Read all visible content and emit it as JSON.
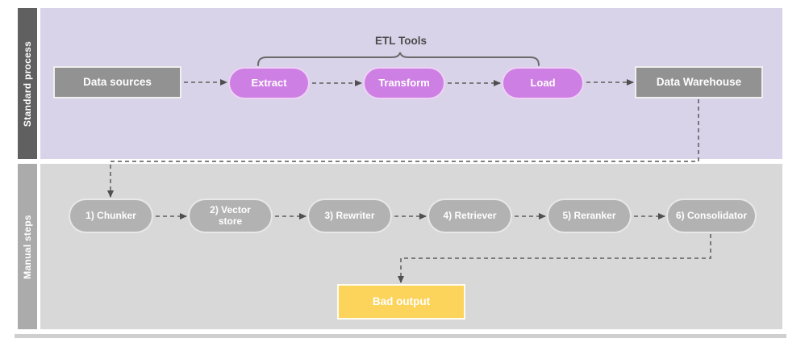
{
  "lanes": [
    {
      "label": "Standard process"
    },
    {
      "label": "Manual steps"
    }
  ],
  "etl_group": {
    "label": "ETL Tools",
    "covers": [
      "Extract",
      "Transform",
      "Load"
    ]
  },
  "nodes": {
    "data_sources": "Data sources",
    "extract": "Extract",
    "transform": "Transform",
    "load": "Load",
    "data_warehouse": "Data Warehouse",
    "chunker": "1) Chunker",
    "vector_store": "2) Vector store",
    "rewriter": "3) Rewriter",
    "retriever": "4) Retriever",
    "reranker": "5) Reranker",
    "consolidator": "6) Consolidator",
    "bad_output": "Bad output"
  },
  "edges": [
    {
      "from": "Data sources",
      "to": "Extract"
    },
    {
      "from": "Extract",
      "to": "Transform"
    },
    {
      "from": "Transform",
      "to": "Load"
    },
    {
      "from": "Load",
      "to": "Data Warehouse"
    },
    {
      "from": "Data Warehouse",
      "to": "1) Chunker"
    },
    {
      "from": "1) Chunker",
      "to": "2) Vector store"
    },
    {
      "from": "2) Vector store",
      "to": "3) Rewriter"
    },
    {
      "from": "3) Rewriter",
      "to": "4) Retriever"
    },
    {
      "from": "4) Retriever",
      "to": "5) Reranker"
    },
    {
      "from": "5) Reranker",
      "to": "6) Consolidator"
    },
    {
      "from": "6) Consolidator",
      "to": "Bad output"
    }
  ],
  "edge_style": "dashed-arrow",
  "colors": {
    "lane_standard_bg": "#d9d3e9",
    "lane_manual_bg": "#d8d8d8",
    "sidebar_standard": "#606060",
    "sidebar_manual": "#ababab",
    "node_gray": "#929292",
    "pill_purple": "#cd7fe3",
    "pill_gray": "#b2b2b2",
    "output_yellow": "#fcd35b",
    "connector": "#6f6f6f",
    "connector_arrow": "#4f4f4f",
    "group_label_color": "#4c4c4c",
    "node_text": "#ffffff",
    "pool_edge": "#cfcfcf"
  }
}
